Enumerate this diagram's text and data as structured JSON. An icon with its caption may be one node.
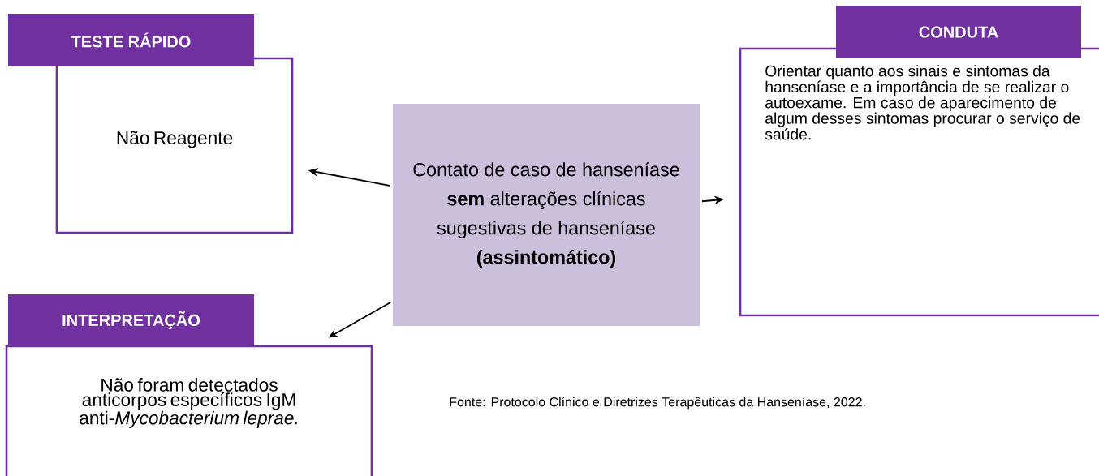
{
  "diagram": {
    "nodes": [
      {
        "text": [
          "TESTE RÁPIDO",
          "Não Reagente"
        ]
      },
      {
        "text": [
          "Contato de caso de hanseníase **sem** alterações clínicas sugestivas de hanseníase **(assintomático)**"
        ]
      },
      {
        "text": [
          "CONDUTA",
          "Orientar quanto aos sinais e sintomas da hanseníase e a importância de se realizar o autoexame. Em caso de aparecimento de algum desses sintomas procurar o serviço de saúde."
        ]
      },
      {
        "text": [
          "INTERPRETAÇÃO",
          "Não foram detectados anticorpos específicos IgM anti-*Mycobacterium leprae.*"
        ]
      }
    ],
    "edges": [
      {
        "from": 1,
        "to": 0,
        "arrow": "to"
      },
      {
        "from": 1,
        "to": 2,
        "arrow": "to"
      },
      {
        "from": 1,
        "to": 3,
        "arrow": "to"
      }
    ],
    "labels": [
      "Fonte: Protocolo Clínico e Diretrizes Terapêuticas da Hanseníase, 2022."
    ]
  }
}
